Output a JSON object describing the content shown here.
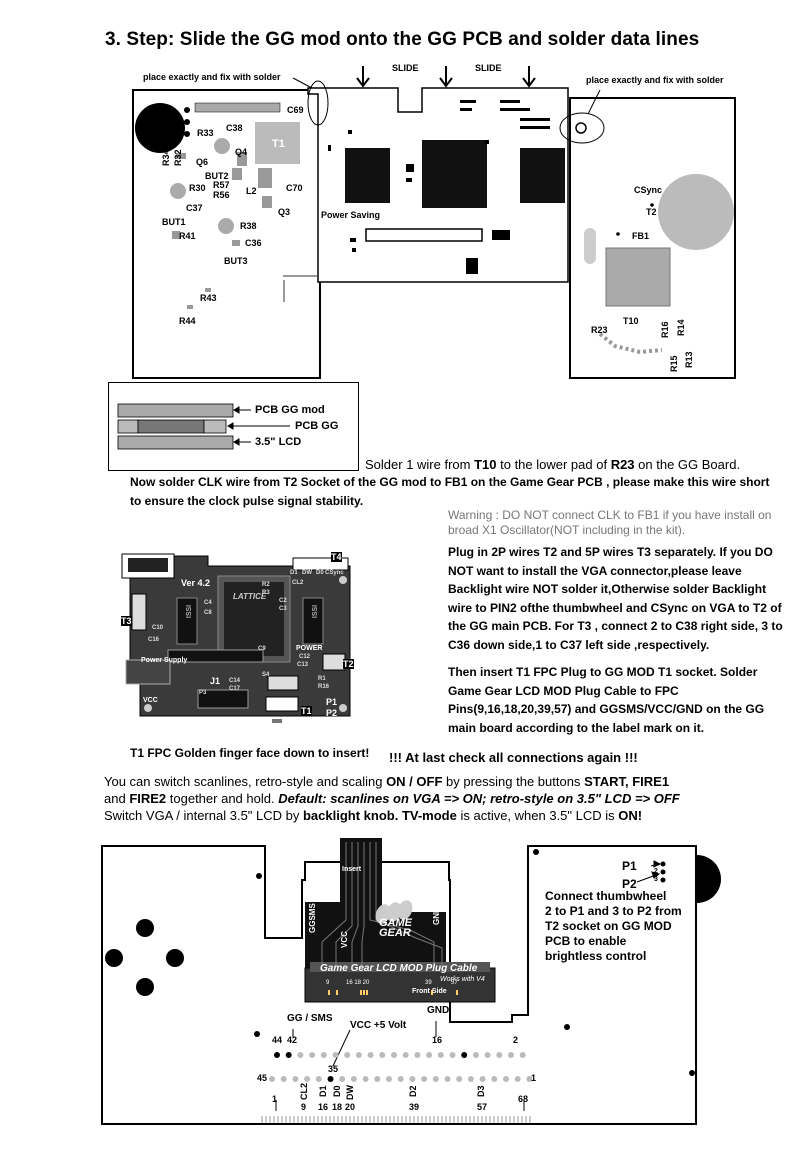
{
  "title": "3. Step: Slide the GG mod onto the GG PCB and solder data lines",
  "top_diagram": {
    "place_left": "place exactly and fix with solder",
    "place_right": "place exactly and fix with solder",
    "slide1": "SLIDE",
    "slide2": "SLIDE",
    "power_saving": "Power Saving",
    "left_components": [
      "C69",
      "R33",
      "C38",
      "Q4",
      "Q6",
      "BUT2",
      "R34",
      "R32",
      "R30",
      "R57",
      "R56",
      "L2",
      "C70",
      "C37",
      "Q3",
      "BUT1",
      "R41",
      "R38",
      "C36",
      "BUT3",
      "R43",
      "R44"
    ],
    "t1": "T1",
    "right_components": [
      "CSync",
      "T2",
      "FB1",
      "R23",
      "T10",
      "R16",
      "R14",
      "R15",
      "R13"
    ]
  },
  "stack": {
    "pcb_mod": "PCB GG mod",
    "pcb_gg": "PCB GG",
    "lcd": "3.5\" LCD"
  },
  "solder_line": {
    "a": "Solder 1 wire from ",
    "b": "T10",
    "c": " to the lower pad of ",
    "d": "R23",
    "e": " on the GG Board."
  },
  "clk_text": "Now solder CLK wire from T2 Socket of the GG mod to FB1 on the Game Gear PCB , please make this wire short to ensure the clock pulse signal stability.",
  "warning": "Warning : DO NOT connect CLK to FB1 if you have install on broad X1 Oscillator(NOT including in the kit).",
  "plug_text": "Plug in 2P wires T2 and 5P wires T3 separately. If you DO NOT want to install the VGA connector,please leave Backlight wire NOT solder it,Otherwise solder Backlight wire to PIN2 ofthe thumbwheel and CSync on VGA to T2 of the GG  main PCB. For T3 , connect 2 to C38 right side, 3 to C36 down side,1 to C37 left side ,respectively.",
  "insert_text": "Then insert T1 FPC Plug to GG MOD T1 socket. Solder Game Gear LCD MOD Plug Cable to FPC Pins(9,16,18,20,39,57) and GGSMS/VCC/GND on the GG main board according to the label mark on it.",
  "mod_board": {
    "ver": "Ver 4.2",
    "t3": "T3",
    "t4": "T4",
    "t2": "T2",
    "t1": "T1",
    "j1": "J1",
    "p1": "P1",
    "p2": "P2",
    "power": "POWER",
    "power_supply": "Power Supply",
    "vcc": "VCC",
    "lattice": "LATTICE",
    "issi_left": "ISSI",
    "issi_right": "ISSI",
    "pins": [
      "D1",
      "DW",
      "D0",
      "CSync",
      "CL2",
      "R2",
      "R3",
      "C2",
      "C3",
      "C4",
      "C9",
      "C10",
      "C12",
      "C13",
      "C14",
      "C16",
      "C17",
      "R16",
      "R1",
      "S4",
      "P3",
      "C8"
    ]
  },
  "fpc_caption": "T1 FPC Golden finger face down to insert!",
  "check": "!!! At last check all connections again !!!",
  "scan": {
    "l1a": "You can switch scanlines, retro-style and scaling ",
    "l1b": "ON / OFF",
    "l1c": " by pressing the buttons ",
    "l1d": "START, FIRE1",
    "l2a": "and ",
    "l2b": "FIRE2",
    "l2c": " together and hold. ",
    "l2d": "Default: scanlines on VGA => ON; retro-style on 3.5\" LCD => OFF",
    "l3a": "Switch VGA / internal 3.5\" LCD by ",
    "l3b": "backlight knob.",
    "l3c": " ",
    "l3d": "TV-mode",
    "l3e": " is active, when 3.5\" LCD is ",
    "l3f": "ON!"
  },
  "bottom_diagram": {
    "p1": "P1",
    "p2": "P2",
    "nums": [
      "2",
      "3"
    ],
    "thumb_text": [
      "Connect thumbwheel",
      "2 to P1 and 3 to P2 from",
      "T2 socket on GG MOD",
      "PCB to enable",
      "brightless control"
    ],
    "cable_title": "Game Gear LCD MOD Plug Cable",
    "works": "Works with V4",
    "front": "Front Side",
    "insert": "Insert",
    "logo": [
      "GAME",
      "GEAR"
    ],
    "ggsms_vert": "GGSMS",
    "vcc_vert": "VCC",
    "gnd_vert": "GND",
    "pad_nums": [
      "9",
      "16 18 20",
      "39",
      "57"
    ],
    "gg_sms": "GG / SMS",
    "vcc": "VCC +5 Volt",
    "gnd": "GND",
    "row1": {
      "n44": "44",
      "n42": "42",
      "n16": "16",
      "n2": "2"
    },
    "n35": "35",
    "row2": {
      "n45": "45",
      "n1": "1"
    },
    "sig": [
      "CL2",
      "D1",
      "D0",
      "DW",
      "D2",
      "D3"
    ],
    "bottom_nums": [
      "1",
      "9",
      "16",
      "18",
      "20",
      "39",
      "57",
      "68"
    ]
  }
}
